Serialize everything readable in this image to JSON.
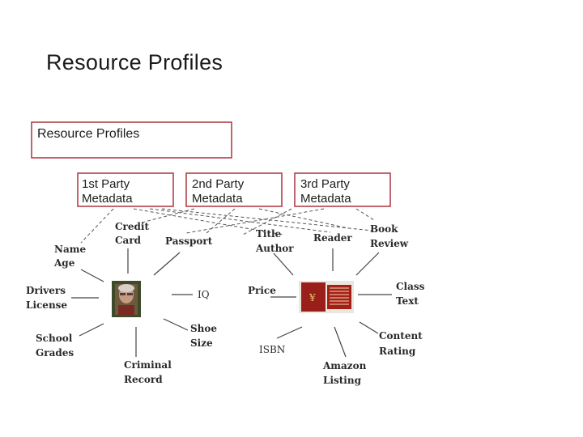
{
  "slide": {
    "title": "Resource Profiles"
  },
  "diagram": {
    "main_box": "Resource Profiles",
    "party_boxes": [
      {
        "line1": "1st Party",
        "line2": "Metadata"
      },
      {
        "line1": "2nd Party",
        "line2": "Metadata"
      },
      {
        "line1": "3rd Party",
        "line2": "Metadata"
      }
    ],
    "person_attributes": {
      "credit_card": [
        "Credit",
        "Card"
      ],
      "passport": "Passport",
      "name_age": [
        "Name",
        "Age"
      ],
      "drivers_license": [
        "Drivers",
        "License"
      ],
      "iq": "IQ",
      "school_grades": [
        "School",
        "Grades"
      ],
      "shoe_size": [
        "Shoe",
        "Size"
      ],
      "criminal_record": [
        "Criminal",
        "Record"
      ]
    },
    "book_attributes": {
      "title_author": [
        "Title",
        "Author"
      ],
      "reader": "Reader",
      "book_review": [
        "Book",
        "Review"
      ],
      "price": "Price",
      "class_text": [
        "Class",
        "Text"
      ],
      "isbn": "ISBN",
      "content_rating": [
        "Content",
        "Rating"
      ],
      "amazon_listing": [
        "Amazon",
        "Listing"
      ]
    }
  }
}
